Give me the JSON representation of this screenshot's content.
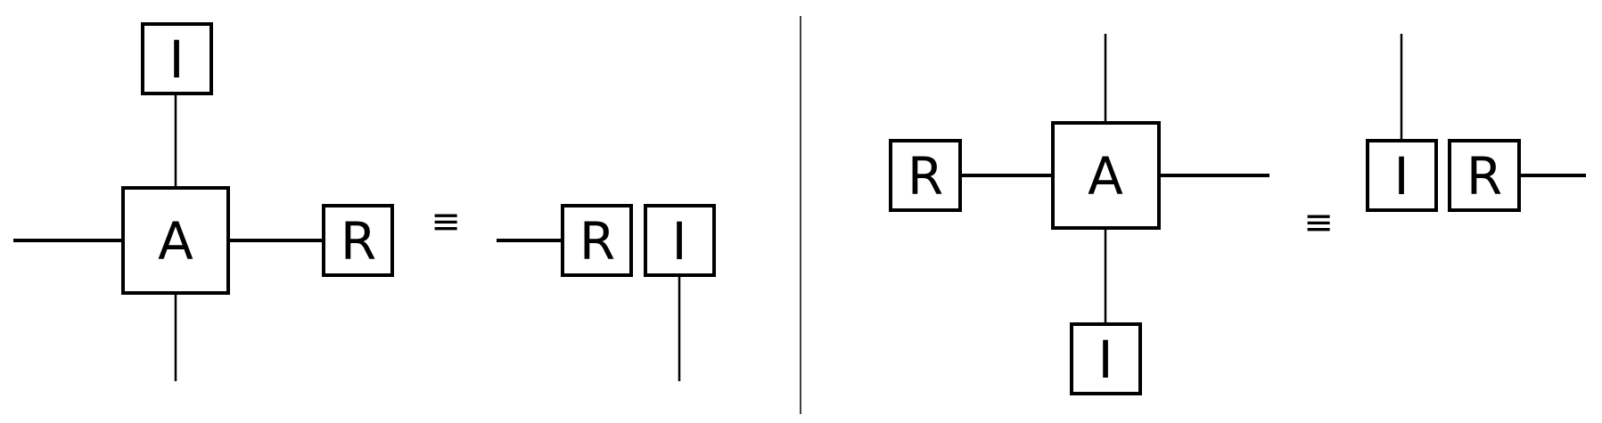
{
  "left_diagram": {
    "tensor_a": {
      "label": "A"
    },
    "tensor_i": {
      "label": "I"
    },
    "tensor_r": {
      "label": "R"
    },
    "equivalence": "≡",
    "result_r": {
      "label": "R"
    },
    "result_i": {
      "label": "I"
    }
  },
  "right_diagram": {
    "tensor_a": {
      "label": "A"
    },
    "tensor_i": {
      "label": "I"
    },
    "tensor_r": {
      "label": "R"
    },
    "equivalence": "≡",
    "result_i": {
      "label": "I"
    },
    "result_r": {
      "label": "R"
    }
  },
  "colors": {
    "stroke": "#000000",
    "background": "#ffffff"
  }
}
